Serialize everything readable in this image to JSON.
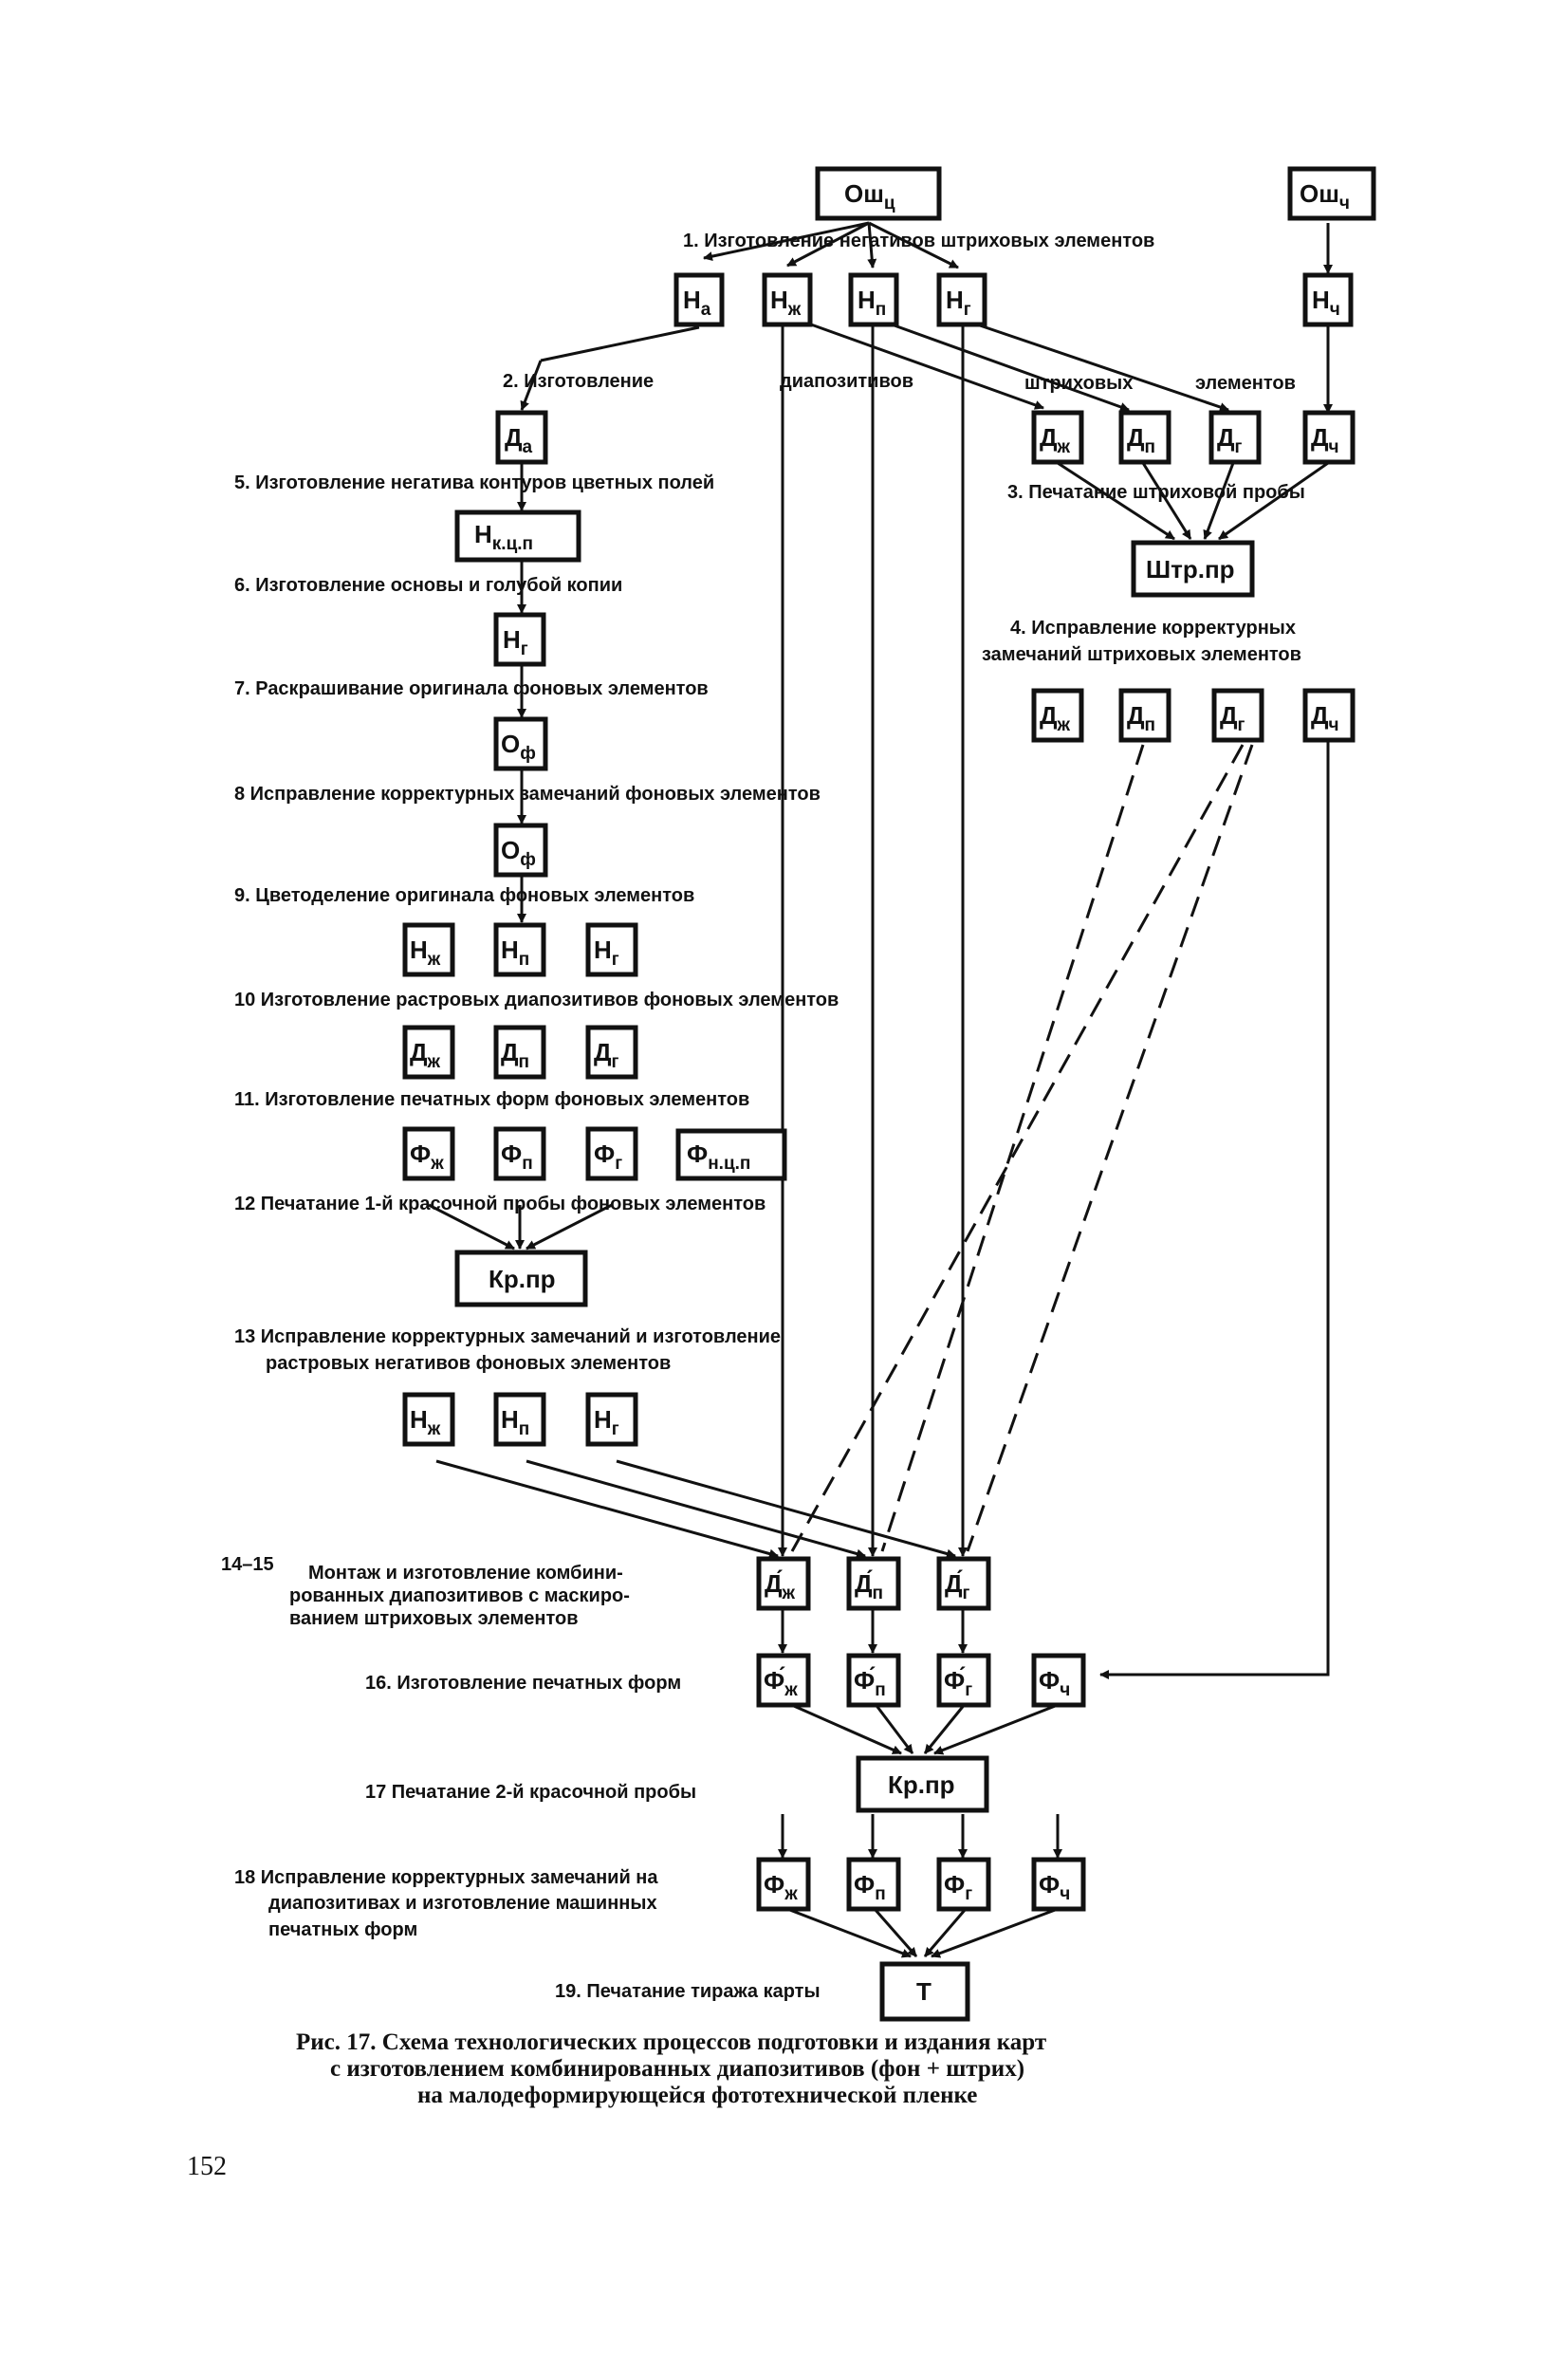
{
  "steps": {
    "s1": "1.  Изготовление негативов   штриховых    элементов",
    "s2": "2.   Изготовление",
    "s2b": "диапозитивов",
    "s2c": "штриховых",
    "s2d": "элементов",
    "s3": "3. Печатание штриховой пробы",
    "s4a": "4. Исправление корректурных",
    "s4b": "замечаний штриховых элементов",
    "s5": "5. Изготовление негатива контуров цветных полей",
    "s6": "6. Изготовление основы и голубой копии",
    "s7": "7. Раскрашивание оригинала фоновых элементов",
    "s8": "8  Исправление корректурных замечаний фоновых элементов",
    "s9": "9. Цветоделение оригинала фоновых элементов",
    "s10": "10  Изготовление растровых диапозитивов фоновых элементов",
    "s11": "11. Изготовление печатных форм фоновых элементов",
    "s12": "12  Печатание   1-й  красочной пробы фоновых элементов",
    "s13a": "13  Исправление корректурных замечаний и изготовление",
    "s13b": "растровых негативов фоновых элементов",
    "s14num": "14–15",
    "s14a": "Монтаж и изготовление комбини-",
    "s14b": "рованных диапозитивов с маскиро-",
    "s14c": "ванием штриховых элементов",
    "s16": "16. Изготовление печатных форм",
    "s17": "17  Печатание   2-й  красочной пробы",
    "s18a": "18  Исправление корректурных замечаний на",
    "s18b": "диапозитивах и изготовление машинных",
    "s18c": "печатных форм",
    "s19": "19. Печатание тиража карты"
  },
  "boxes": {
    "osh_c": {
      "m": "Ош",
      "s": "ц"
    },
    "osh_ch": {
      "m": "Ош",
      "s": "ч"
    },
    "n_a": {
      "m": "Н",
      "s": "а"
    },
    "n_zh": {
      "m": "Н",
      "s": "ж"
    },
    "n_p": {
      "m": "Н",
      "s": "п"
    },
    "n_g": {
      "m": "Н",
      "s": "г"
    },
    "n_ch": {
      "m": "Н",
      "s": "ч"
    },
    "d_a": {
      "m": "Д",
      "s": "а"
    },
    "d_zh": {
      "m": "Д",
      "s": "ж"
    },
    "d_p": {
      "m": "Д",
      "s": "п"
    },
    "d_g": {
      "m": "Д",
      "s": "г"
    },
    "d_ch": {
      "m": "Д",
      "s": "ч"
    },
    "n_kcp": {
      "m": "Н",
      "s": "к.ц.п"
    },
    "shtr_pr": {
      "m": "Штр.пр",
      "s": ""
    },
    "n_g2": {
      "m": "Н",
      "s": "г"
    },
    "d4_zh": {
      "m": "Д",
      "s": "ж"
    },
    "d4_p": {
      "m": "Д",
      "s": "п"
    },
    "d4_g": {
      "m": "Д",
      "s": "г"
    },
    "d4_ch": {
      "m": "Д",
      "s": "ч"
    },
    "o_f1": {
      "m": "О",
      "s": "ф"
    },
    "o_f2": {
      "m": "О",
      "s": "ф"
    },
    "n9_zh": {
      "m": "Н",
      "s": "ж"
    },
    "n9_p": {
      "m": "Н",
      "s": "п"
    },
    "n9_g": {
      "m": "Н",
      "s": "г"
    },
    "d10_zh": {
      "m": "Д",
      "s": "ж"
    },
    "d10_p": {
      "m": "Д",
      "s": "п"
    },
    "d10_g": {
      "m": "Д",
      "s": "г"
    },
    "f11_zh": {
      "m": "Ф",
      "s": "ж"
    },
    "f11_p": {
      "m": "Ф",
      "s": "п"
    },
    "f11_g": {
      "m": "Ф",
      "s": "г"
    },
    "f11_kcp": {
      "m": "Ф",
      "s": "н.ц.п"
    },
    "kr_pr1": {
      "m": "Кр.пр",
      "s": ""
    },
    "n13_zh": {
      "m": "Н",
      "s": "ж"
    },
    "n13_p": {
      "m": "Н",
      "s": "п"
    },
    "n13_g": {
      "m": "Н",
      "s": "г"
    },
    "d14_zh": {
      "m": "Д́",
      "s": "ж"
    },
    "d14_p": {
      "m": "Д́",
      "s": "п"
    },
    "d14_g": {
      "m": "Д́",
      "s": "г"
    },
    "f16_zh": {
      "m": "Ф́",
      "s": "ж"
    },
    "f16_p": {
      "m": "Ф́",
      "s": "п"
    },
    "f16_g": {
      "m": "Ф́",
      "s": "г"
    },
    "f16_ch": {
      "m": "Ф",
      "s": "ч"
    },
    "kr_pr2": {
      "m": "Кр.пр",
      "s": ""
    },
    "f18_zh": {
      "m": "Ф",
      "s": "ж"
    },
    "f18_p": {
      "m": "Ф",
      "s": "п"
    },
    "f18_g": {
      "m": "Ф",
      "s": "г"
    },
    "f18_ch": {
      "m": "Ф",
      "s": "ч"
    },
    "t": {
      "m": "Т",
      "s": ""
    }
  },
  "caption": {
    "line1": "Рис. 17. Схема технологических процессов подготовки и издания карт",
    "line2": "с изготовлением комбинированных диапозитивов (фон + штрих)",
    "line3": "на малодеформирующейся фототехнической пленке"
  },
  "page_number": "152"
}
